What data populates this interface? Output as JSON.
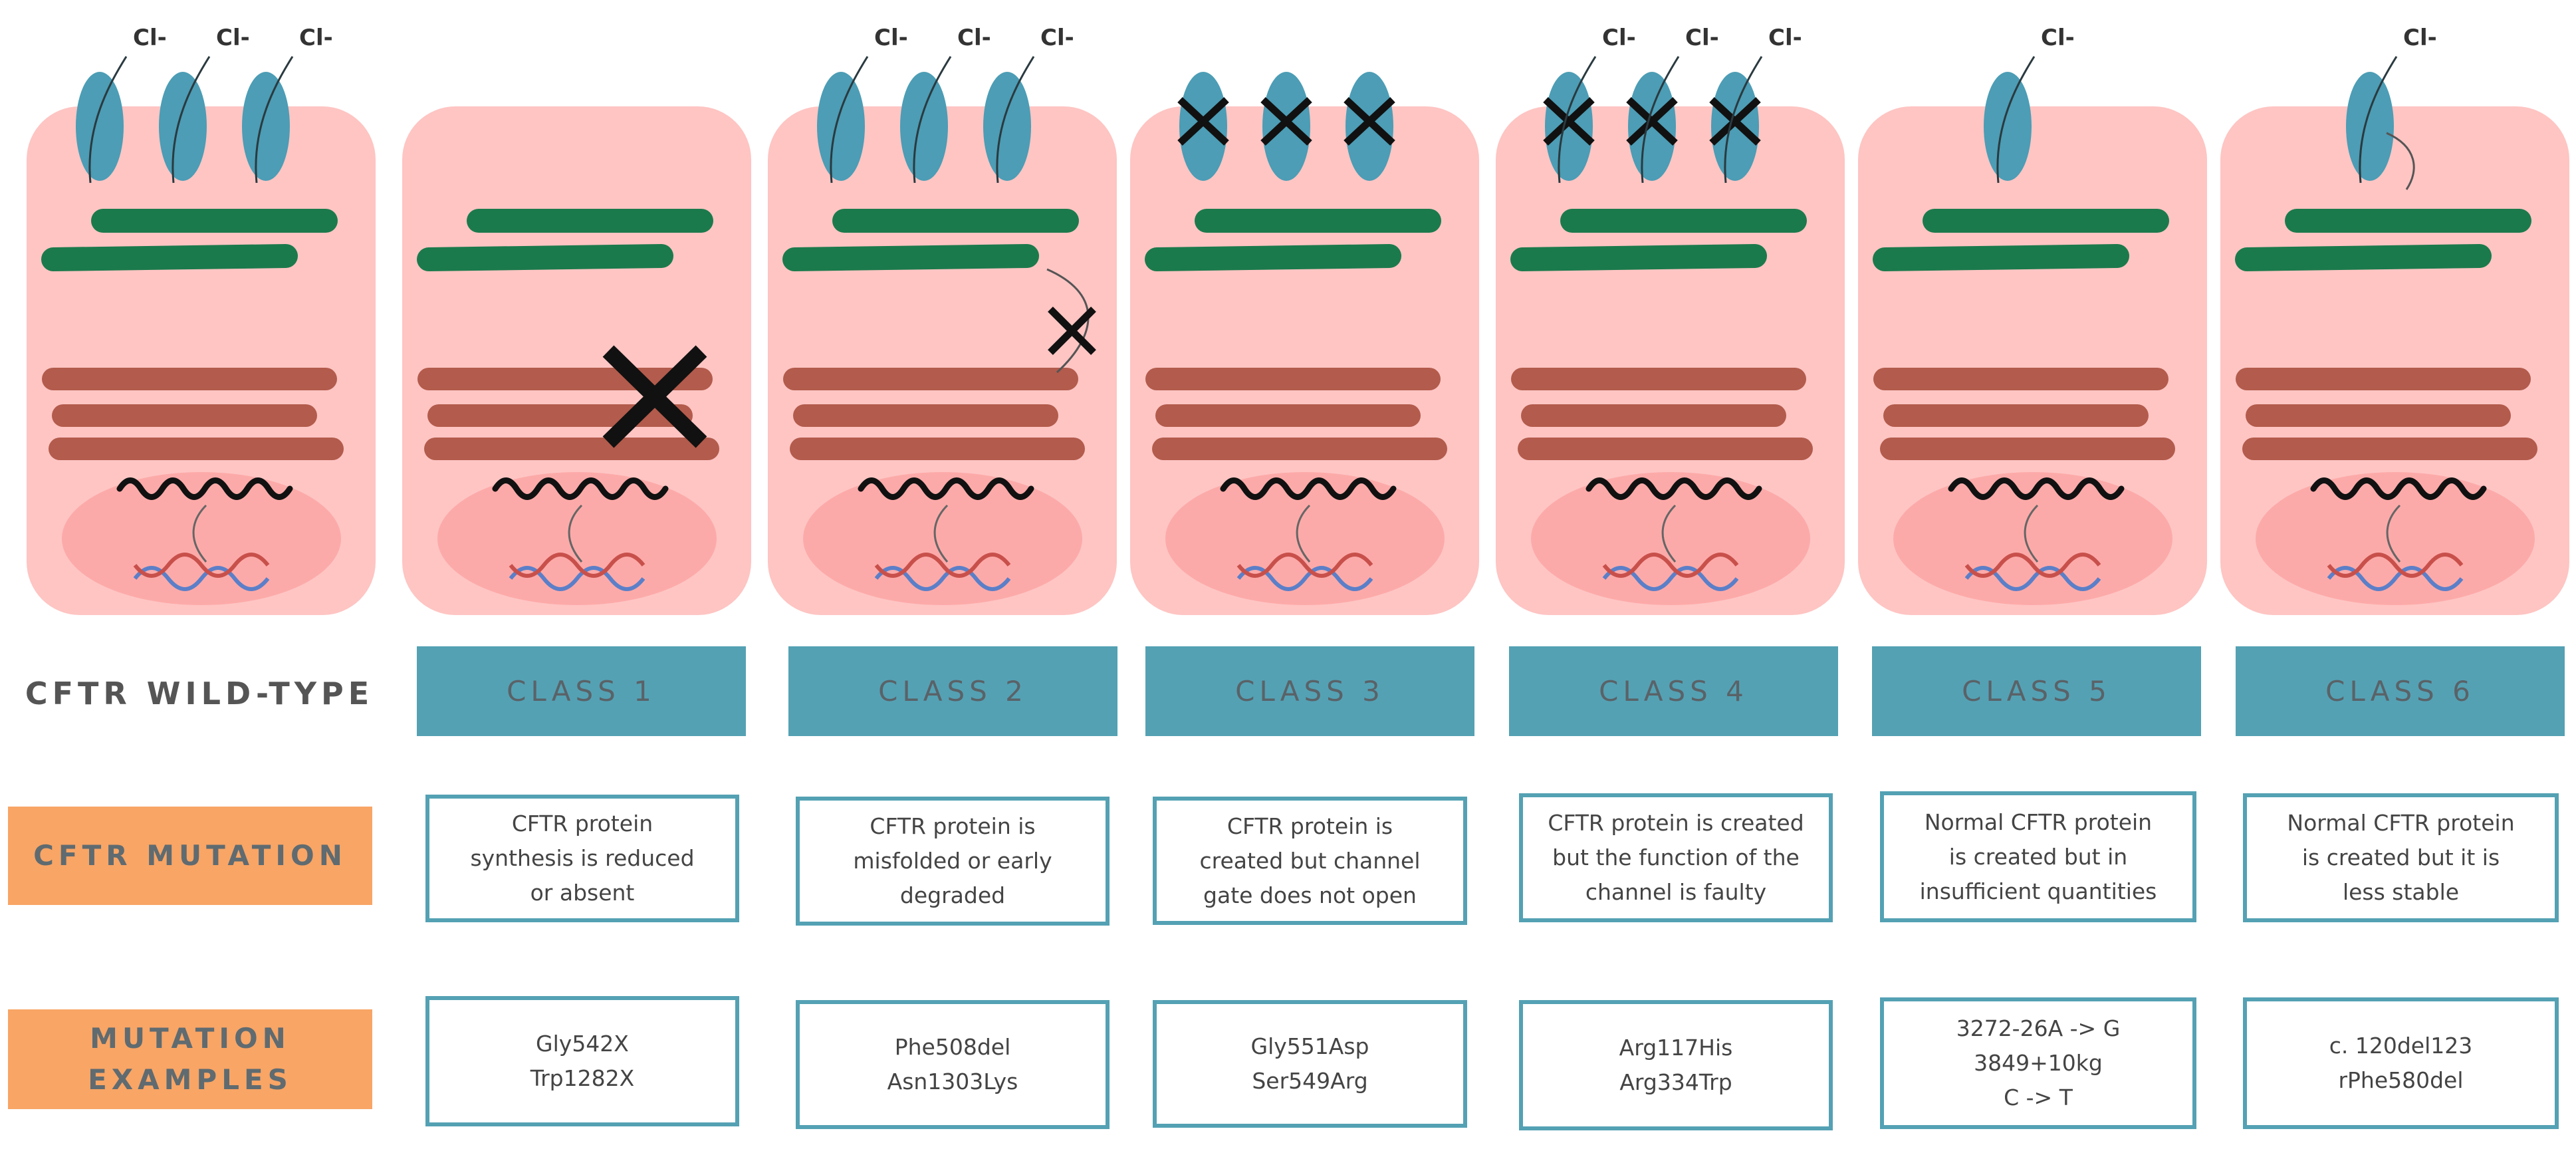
{
  "ion_label": "Cl-",
  "row_labels": {
    "wild_type": "CFTR WILD-TYPE",
    "mutation": "CFTR MUTATION",
    "examples": "MUTATION\nEXAMPLES"
  },
  "classes": [
    {
      "header": "CLASS 1",
      "description": "CFTR protein\nsynthesis is reduced\nor absent",
      "examples": "Gly542X\nTrp1282X"
    },
    {
      "header": "CLASS 2",
      "description": "CFTR protein is\nmisfolded or early\ndegraded",
      "examples": "Phe508del\nAsn1303Lys"
    },
    {
      "header": "CLASS 3",
      "description": "CFTR protein is\ncreated but channel\ngate does not open",
      "examples": "Gly551Asp\nSer549Arg"
    },
    {
      "header": "CLASS 4",
      "description": "CFTR protein is created\nbut the function of the\nchannel is faulty",
      "examples": "Arg117His\nArg334Trp"
    },
    {
      "header": "CLASS 5",
      "description": "Normal CFTR protein\nis created but in\ninsufficient quantities",
      "examples": "3272-26A -> G\n3849+10kg\nC -> T"
    },
    {
      "header": "CLASS 6",
      "description": "Normal CFTR protein\nis created but it is\nless stable",
      "examples": "c. 120del123\nrPhe580del"
    }
  ],
  "colors": {
    "cell": "#fec5c3",
    "nucleus": "#fcaaa9",
    "golgi": "#1b7a4c",
    "er": "#b35b4c",
    "channel": "#4c9db5",
    "class_header": "#54a1b4",
    "orange_label": "#f8a566",
    "box_border": "#54a1b4"
  }
}
